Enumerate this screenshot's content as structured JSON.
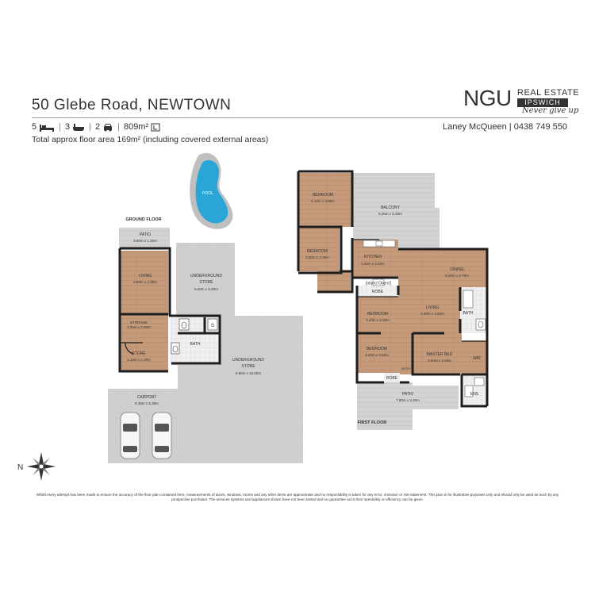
{
  "header": {
    "address": "50 Glebe Road, NEWTOWN",
    "beds": "5",
    "baths": "3",
    "cars": "2",
    "land": "809m²",
    "total_area": "Total approx floor area 169m² (including covered external areas)",
    "agent": "Laney McQueen | 0438 749 550"
  },
  "logo": {
    "brand": "NGU",
    "real_estate": "REAL ESTATE",
    "location": "IPSWICH",
    "tagline": "Never give up"
  },
  "plan": {
    "pool": "POOL",
    "ground_floor_label": "GROUND FLOOR",
    "first_floor_label": "FIRST FLOOR",
    "ground": {
      "patio": {
        "name": "PATIO",
        "size": "3.80m x 1.20m"
      },
      "living": {
        "name": "LIVING",
        "size": "3.80m x 4.30m"
      },
      "storage": {
        "name": "STORAGE",
        "size": "3.20m x 2.80m"
      },
      "store": {
        "name": "STORE",
        "size": "3.10m x 1.20m"
      },
      "bath": {
        "name": "BATH"
      },
      "underground_store_1": {
        "name": "UNDERGROUND\nSTORE",
        "size": "5.40m x 5.20m"
      },
      "underground_store_2": {
        "name": "UNDERGROUND\nSTORE",
        "size": "9.80m x 10.00m"
      },
      "carport": {
        "name": "CARPORT",
        "size": "5.30m x 5.30m"
      }
    },
    "first": {
      "bedroom1": {
        "name": "BEDROOM",
        "size": "4.10m x 3.90m"
      },
      "balcony": {
        "name": "BALCONY",
        "size": "5.20m x 5.40m"
      },
      "bedroom2": {
        "name": "BEDROOM",
        "size": "3.60m x 3.00m"
      },
      "kitchen": {
        "name": "KITCHEN",
        "size": "3.60m x 3.60m"
      },
      "dining": {
        "name": "DINING",
        "size": "6.20m x 2.70m"
      },
      "robe1": {
        "name": "ROBE"
      },
      "bedroom3": {
        "name": "BEDROOM",
        "size": "3.40m x 2.90m"
      },
      "living": {
        "name": "LIVING",
        "size": "4.40m x 3.50m"
      },
      "bath": {
        "name": "BATH"
      },
      "bedroom4": {
        "name": "BEDROOM",
        "size": "3.20m x 3.60m"
      },
      "master": {
        "name": "MASTER BED",
        "size": "3.60m x 3.40m"
      },
      "wir": {
        "name": "WIR"
      },
      "entry": {
        "name": "ENTRY"
      },
      "robe2": {
        "name": "ROBE"
      },
      "patio": {
        "name": "PATIO",
        "size": "7.80m x 3.40m"
      },
      "ens": {
        "name": "ENS"
      },
      "fridge": {
        "name": "F"
      }
    },
    "compass": "N"
  },
  "disclaimer": "Whilst every attempt has been made to ensure the accuracy of the floor plan contained here, measurements of doors, windows, rooms and any other items are approximate and no responsibility is taken for any error, omission or mis-statement. This plan is for illustrative purposes only and should only be used as such by any prospective purchaser. The services systems and appliances shown have not been tested and no guarantee as to their operability or efficiency can be given.",
  "colors": {
    "wood": "#c49a7a",
    "concrete": "#cfcfcf",
    "tile": "#efefef",
    "wall": "#1e1e1e",
    "pool": "#2aa5d8"
  }
}
